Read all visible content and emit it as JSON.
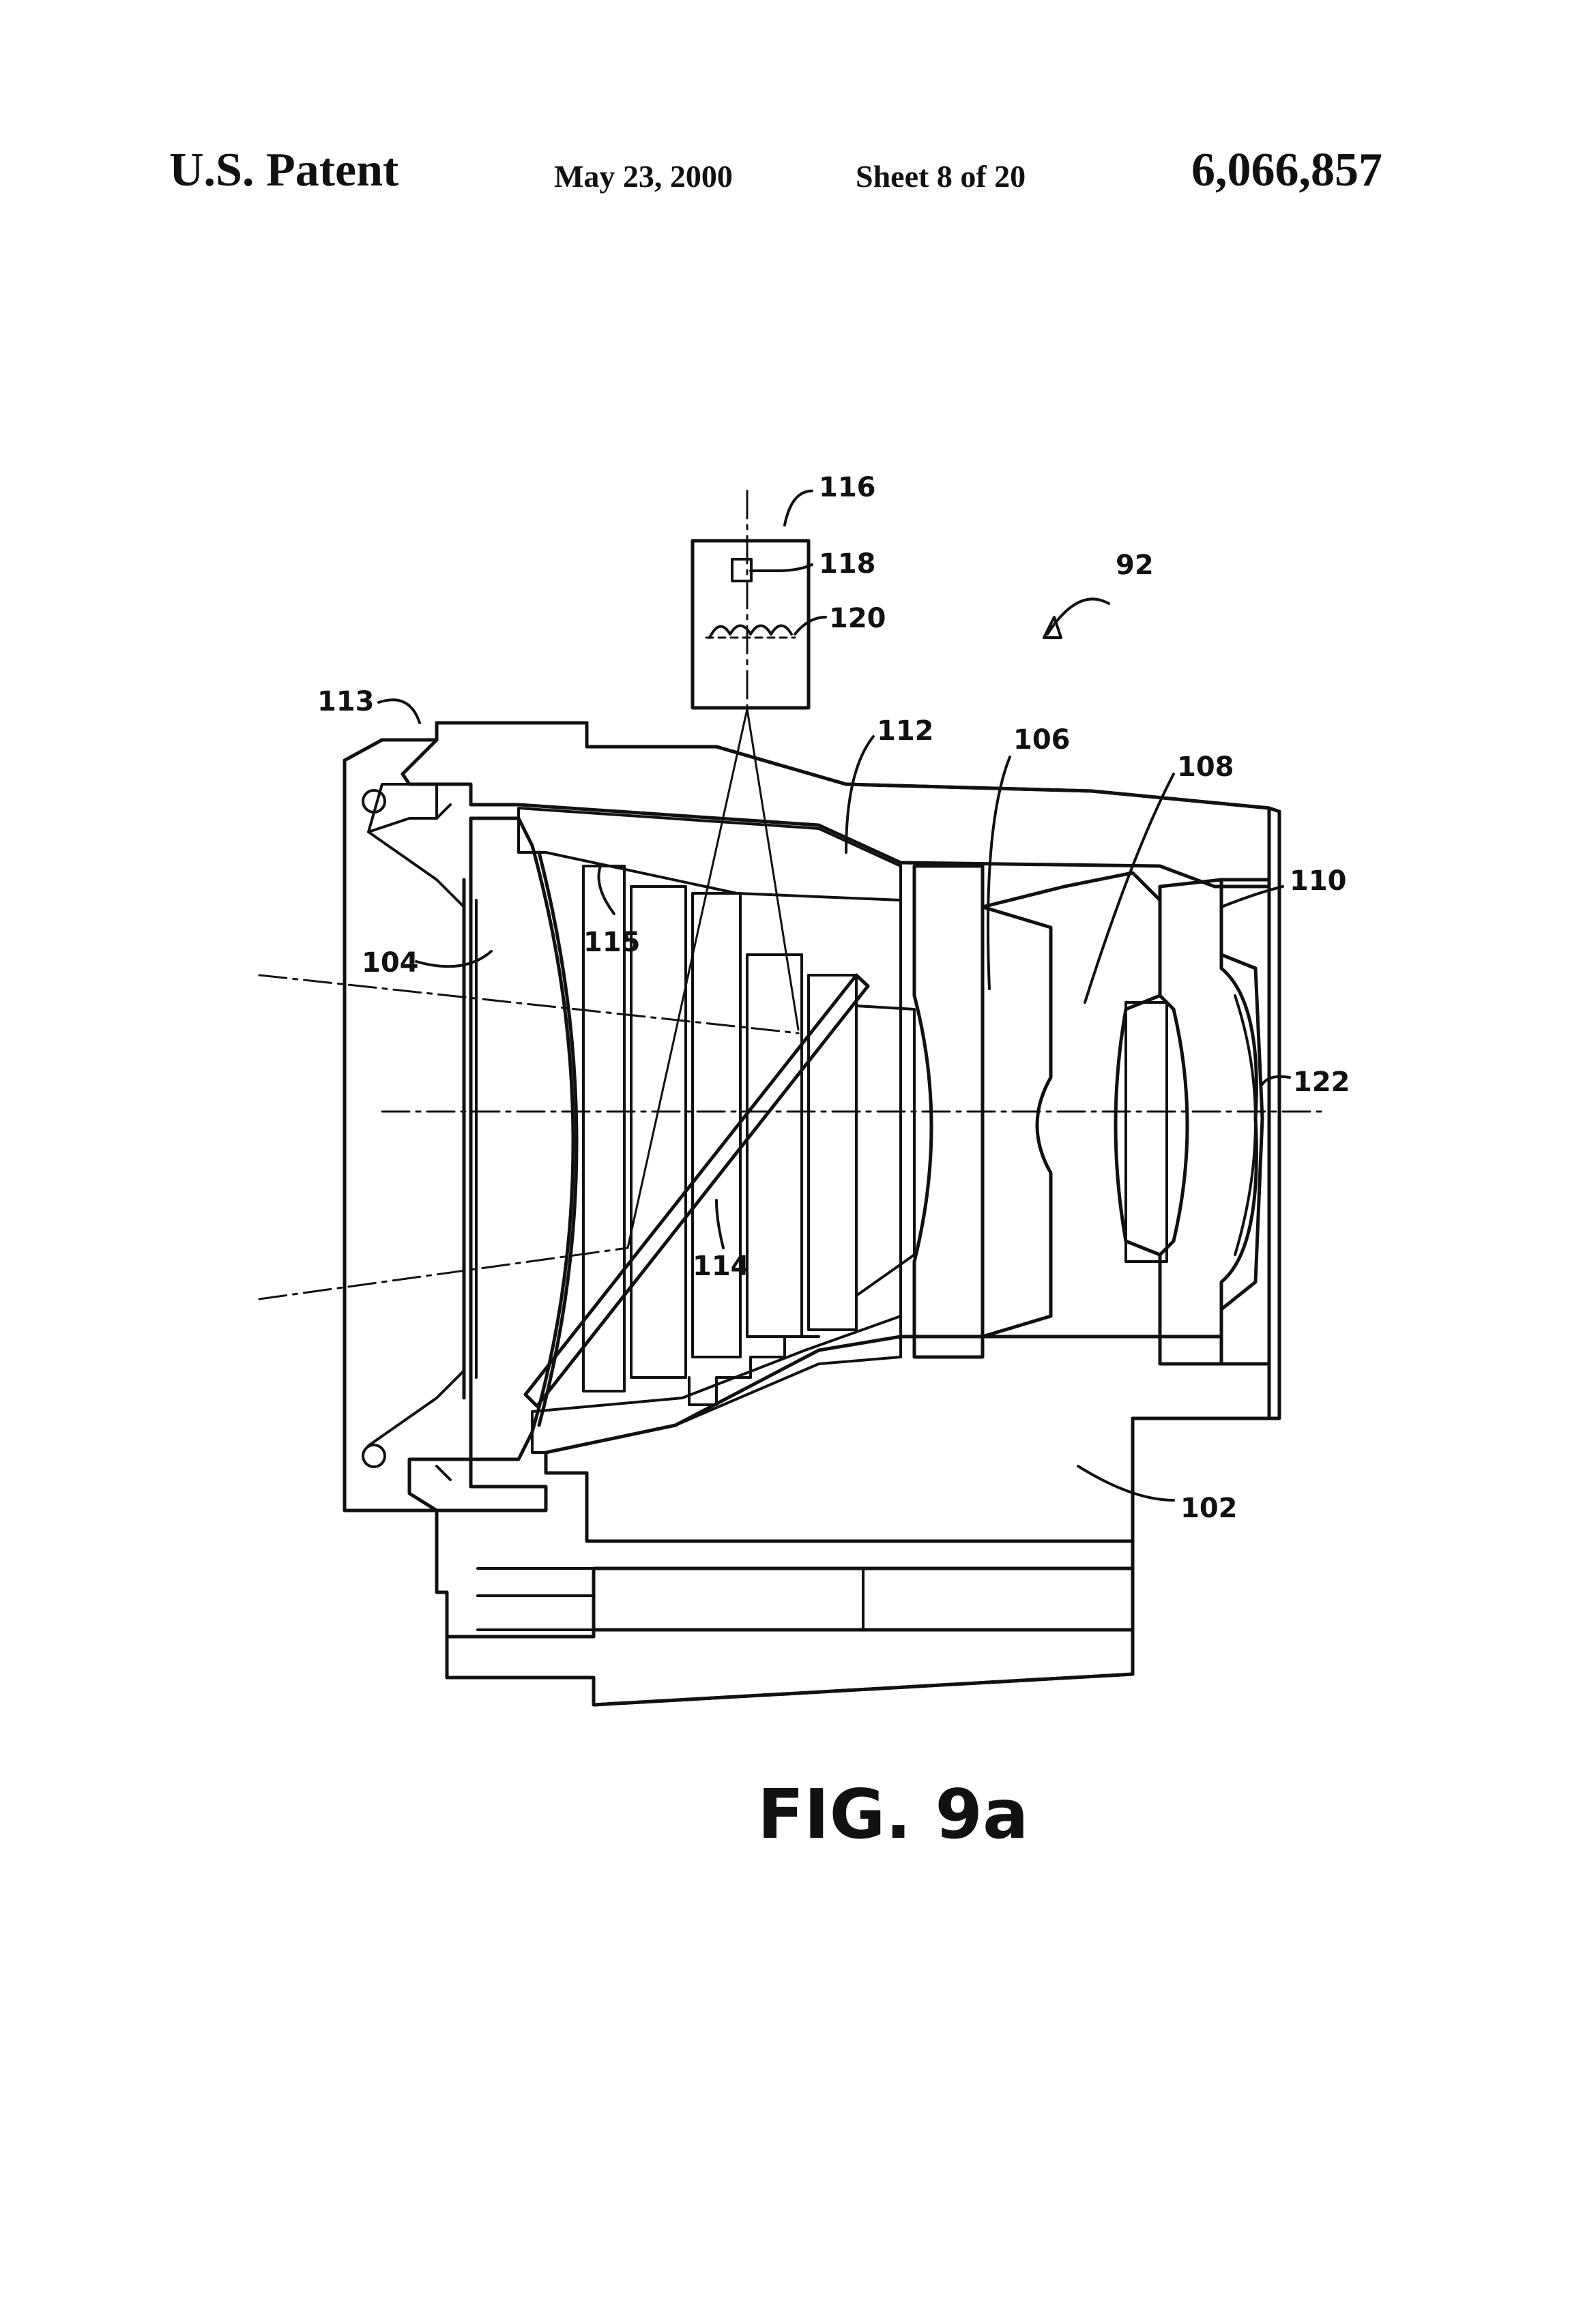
{
  "header": {
    "title": "U.S. Patent",
    "date": "May 23, 2000",
    "sheet": "Sheet 8 of 20",
    "patent_number": "6,066,857"
  },
  "figure": {
    "caption": "FIG. 9a",
    "reference_numerals": {
      "r92": "92",
      "r102": "102",
      "r104": "104",
      "r106": "106",
      "r108": "108",
      "r110": "110",
      "r112": "112",
      "r113": "113",
      "r114": "114",
      "r115": "115",
      "r116": "116",
      "r118": "118",
      "r120": "120",
      "r122": "122"
    }
  },
  "colors": {
    "ink": "#111111",
    "paper": "#ffffff"
  }
}
